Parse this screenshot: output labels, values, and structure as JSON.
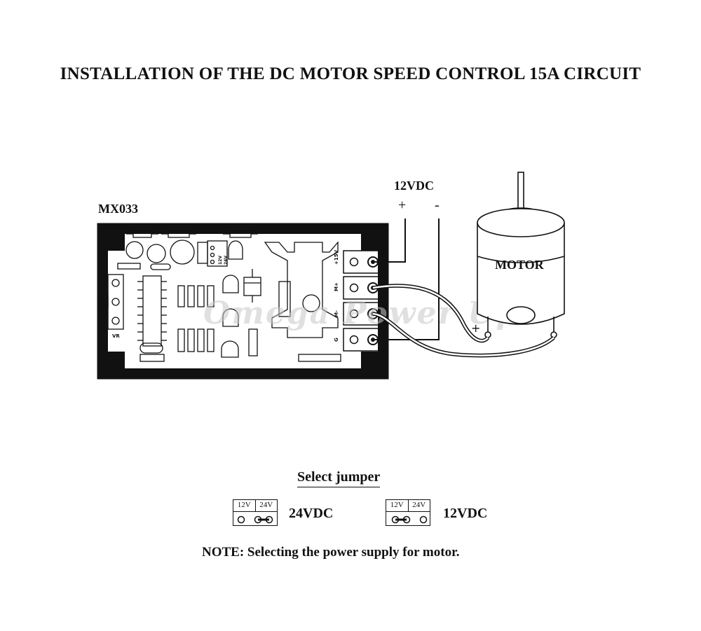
{
  "title": "INSTALLATION OF THE DC MOTOR SPEED CONTROL 15A CIRCUIT",
  "board": {
    "label": "MX033",
    "pot_label": "VR",
    "terminals": [
      "+15V",
      "M+",
      "M-",
      "G"
    ],
    "jumper_pins": [
      "12V",
      "24V"
    ],
    "watermark": "Omega Power Up"
  },
  "supply": {
    "label": "12VDC",
    "plus": "+",
    "minus": "-"
  },
  "motor": {
    "label": "MOTOR",
    "plus_mark": "+"
  },
  "jumper_section": {
    "title": "Select jumper",
    "options": [
      {
        "pins": [
          "12V",
          "24V"
        ],
        "label": "24VDC"
      },
      {
        "pins": [
          "12V",
          "24V"
        ],
        "label": "12VDC"
      }
    ],
    "note": "NOTE: Selecting the power supply for motor."
  }
}
